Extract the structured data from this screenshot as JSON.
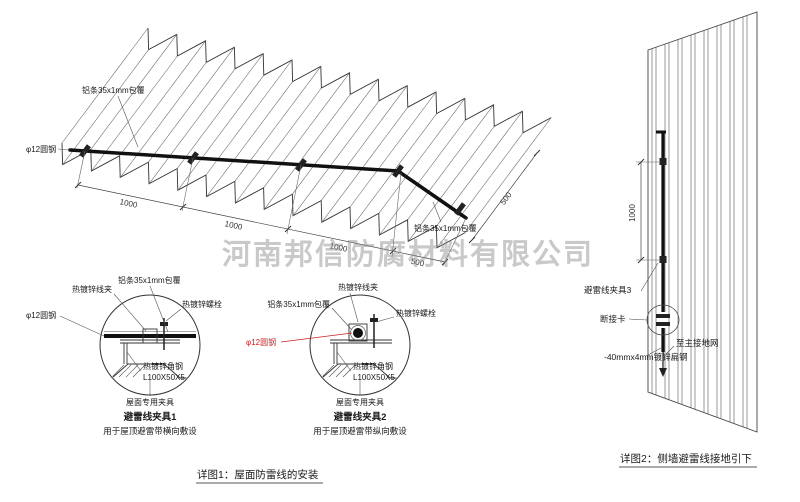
{
  "watermark": {
    "text": "河南邦信防腐材料有限公司"
  },
  "roof_view": {
    "labels": {
      "aluminum_clad": "铝条35x1mm包覆",
      "round_steel": "φ12圆钢"
    },
    "dim_labels": [
      "1000",
      "1000",
      "1000",
      "500"
    ],
    "dim_right": "500"
  },
  "detail1": {
    "title": "避雷线夹具1",
    "subtitle": "用于屋顶避雷带横向敷设",
    "labels": {
      "clamp": "热镀锌线夹",
      "aluminum_clad": "铝条35x1mm包覆",
      "bolt": "热镀锌螺栓",
      "round_steel": "φ12圆钢",
      "angle_steel": "热镀锌角钢",
      "angle_spec": "L100X50X5",
      "fixture": "屋面专用夹具"
    }
  },
  "detail2": {
    "title": "避雷线夹具2",
    "subtitle": "用于屋顶避雷带纵向敷设",
    "labels": {
      "clamp": "热镀锌线夹",
      "aluminum_clad": "铝条35x1mm包覆",
      "bolt": "热镀锌螺栓",
      "round_steel": "φ12圆钢",
      "angle_steel": "热镀锌角钢",
      "angle_spec": "L100X50X5",
      "fixture": "屋面专用夹具"
    }
  },
  "wall_view": {
    "labels": {
      "clamp3": "避雷线夹具3",
      "disconnect": "断接卡",
      "to_ground": "至主接地网",
      "flat_steel": "-40mmx4mm镀锌扁钢"
    },
    "dim_label": "1000"
  },
  "captions": {
    "detail1": "详图1：屋面防雷线的安装",
    "detail2": "详图2：侧墙避雷线接地引下"
  },
  "colors": {
    "ink": "#1a1a1a",
    "red": "#cc2222",
    "watermark_gray": "#8a8a8a"
  }
}
